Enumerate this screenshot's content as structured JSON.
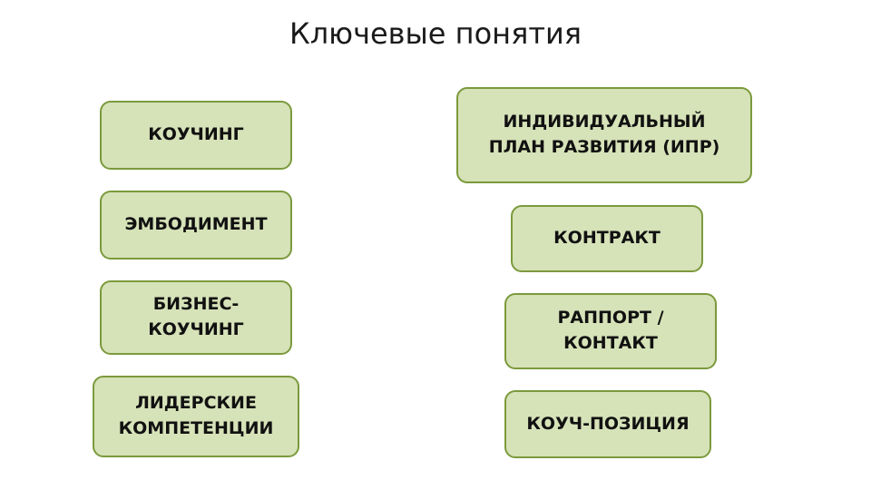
{
  "slide": {
    "title": "Ключевые понятия",
    "colors": {
      "box_fill": "#d6e2b8",
      "box_border": "#7b9a3c"
    },
    "left_column": [
      {
        "label": "КОУЧИНГ"
      },
      {
        "label": "ЭМБОДИМЕНТ"
      },
      {
        "label": "БИЗНЕС-\nКОУЧИНГ"
      },
      {
        "label": "ЛИДЕРСКИЕ\nКОМПЕТЕНЦИИ"
      }
    ],
    "right_column": [
      {
        "label": "ИНДИВИДУАЛЬНЫЙ\nПЛАН РАЗВИТИЯ (ИПР)"
      },
      {
        "label": "КОНТРАКТ"
      },
      {
        "label": "РАППОРТ /\nКОНТАКТ"
      },
      {
        "label": "КОУЧ-ПОЗИЦИЯ"
      }
    ]
  }
}
